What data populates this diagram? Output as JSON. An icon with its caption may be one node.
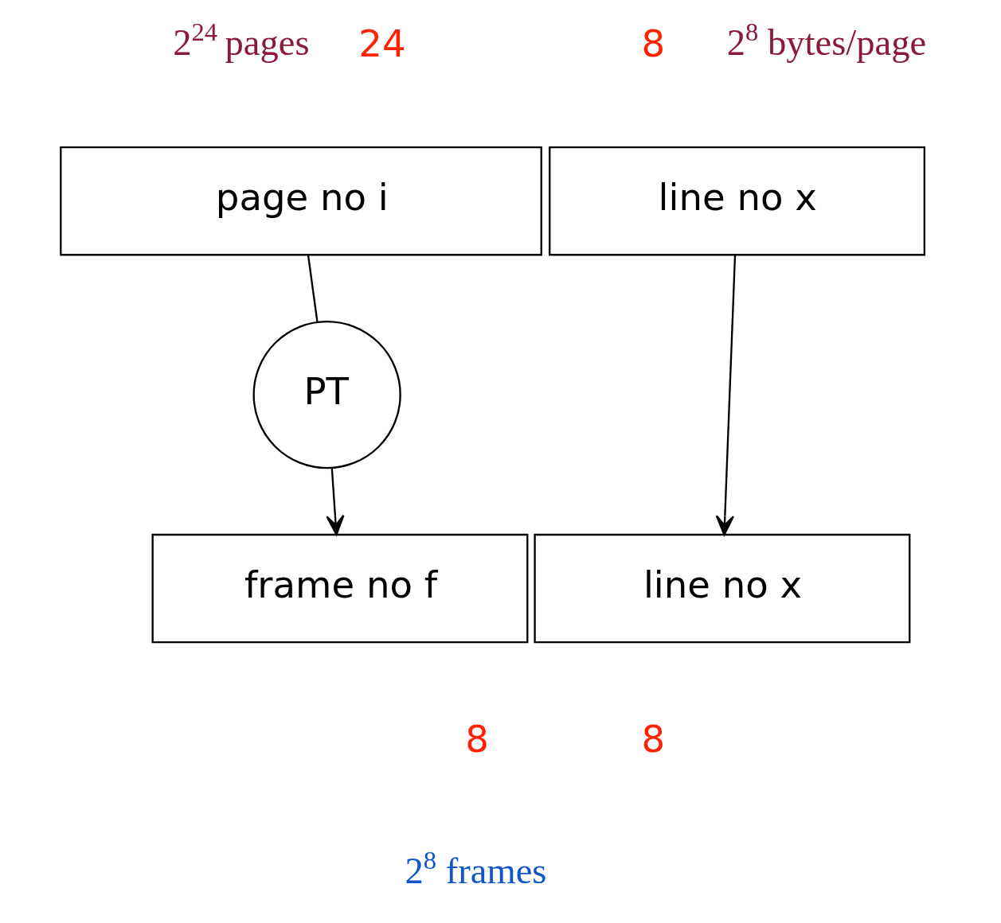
{
  "diagram": {
    "nodes": [
      {
        "text": [
          "page no i"
        ]
      },
      {
        "text": [
          "line no x"
        ]
      },
      {
        "text": [
          "PT"
        ]
      },
      {
        "text": [
          "frame no f"
        ]
      },
      {
        "text": [
          "line no x"
        ]
      }
    ],
    "edges": [
      {
        "from": 0,
        "to": 2,
        "arrow": "none"
      },
      {
        "from": 2,
        "to": 3,
        "arrow": "to"
      },
      {
        "from": 1,
        "to": 4,
        "arrow": "to"
      }
    ],
    "labels": [
      "2$^{24}$ pages",
      "24",
      "8",
      "2$^{8}$ bytes/page",
      "8",
      "8",
      "2$^{8}$ frames"
    ]
  }
}
